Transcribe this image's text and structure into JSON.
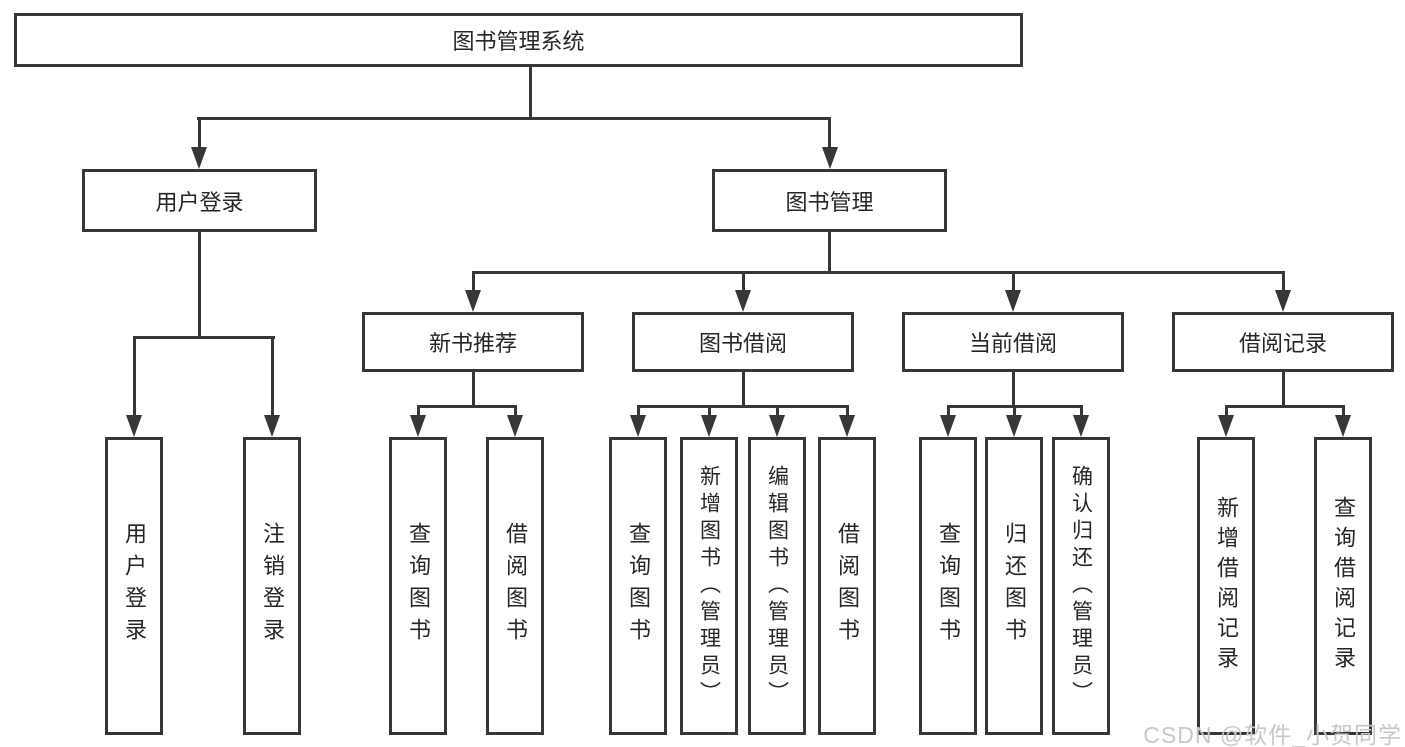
{
  "diagram": {
    "root": {
      "label": "图书管理系统"
    },
    "branches": [
      {
        "label": "用户登录",
        "children": [
          {
            "label": "用户登录"
          },
          {
            "label": "注销登录"
          }
        ]
      },
      {
        "label": "图书管理",
        "children": [
          {
            "label": "新书推荐",
            "children": [
              {
                "label": "查询图书"
              },
              {
                "label": "借阅图书"
              }
            ]
          },
          {
            "label": "图书借阅",
            "children": [
              {
                "label": "查询图书"
              },
              {
                "label": "新增图书（管理员）"
              },
              {
                "label": "编辑图书（管理员）"
              },
              {
                "label": "借阅图书"
              }
            ]
          },
          {
            "label": "当前借阅",
            "children": [
              {
                "label": "查询图书"
              },
              {
                "label": "归还图书"
              },
              {
                "label": "确认归还（管理员）"
              }
            ]
          },
          {
            "label": "借阅记录",
            "children": [
              {
                "label": "新增借阅记录"
              },
              {
                "label": "查询借阅记录"
              }
            ]
          }
        ]
      }
    ]
  },
  "watermark": {
    "text": "CSDN @软件_小贺同学"
  },
  "colors": {
    "line": "#373737",
    "text": "#262626",
    "watermark": "#c5c8cd",
    "background": "#ffffff"
  }
}
